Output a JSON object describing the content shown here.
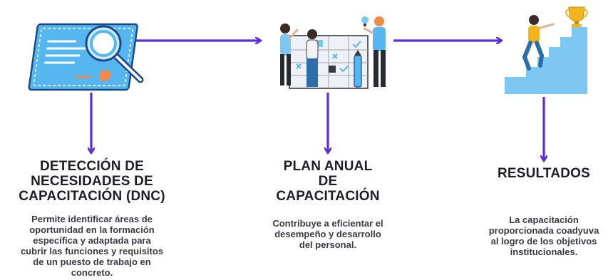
{
  "steps": [
    {
      "title_lines": [
        "DETECCIÓN DE",
        "NECESIDADES DE",
        "CAPACITACIÓN (DNC)"
      ],
      "description_lines": [
        "Permite identificar áreas de",
        "oportunidad en la formación",
        "específica y adaptada para",
        "cubrir las funciones y requisitos",
        "de un puesto de trabajo en",
        "concreto."
      ],
      "icon": "document-magnifier-icon"
    },
    {
      "title_lines": [
        "PLAN ANUAL",
        "DE",
        "CAPACITACIÓN"
      ],
      "description_lines": [
        "Contribuye a eficientar el",
        "desempeño y desarrollo",
        "del personal."
      ],
      "icon": "team-planning-board-icon"
    },
    {
      "title_lines": [
        "RESULTADOS"
      ],
      "description_lines": [
        "La capacitación",
        "proporcionada coadyuva",
        "al logro de los objetivos",
        "institucionales."
      ],
      "icon": "staircase-trophy-icon"
    }
  ],
  "colors": {
    "arrow": "#5b2be0",
    "title": "#1e1e2a",
    "text": "#3a3a46",
    "document_blue": "#56b7f0",
    "accent_orange": "#f08a4b",
    "trophy_gold": "#f2b51f",
    "stairs_blue": "#7dc8f3"
  }
}
